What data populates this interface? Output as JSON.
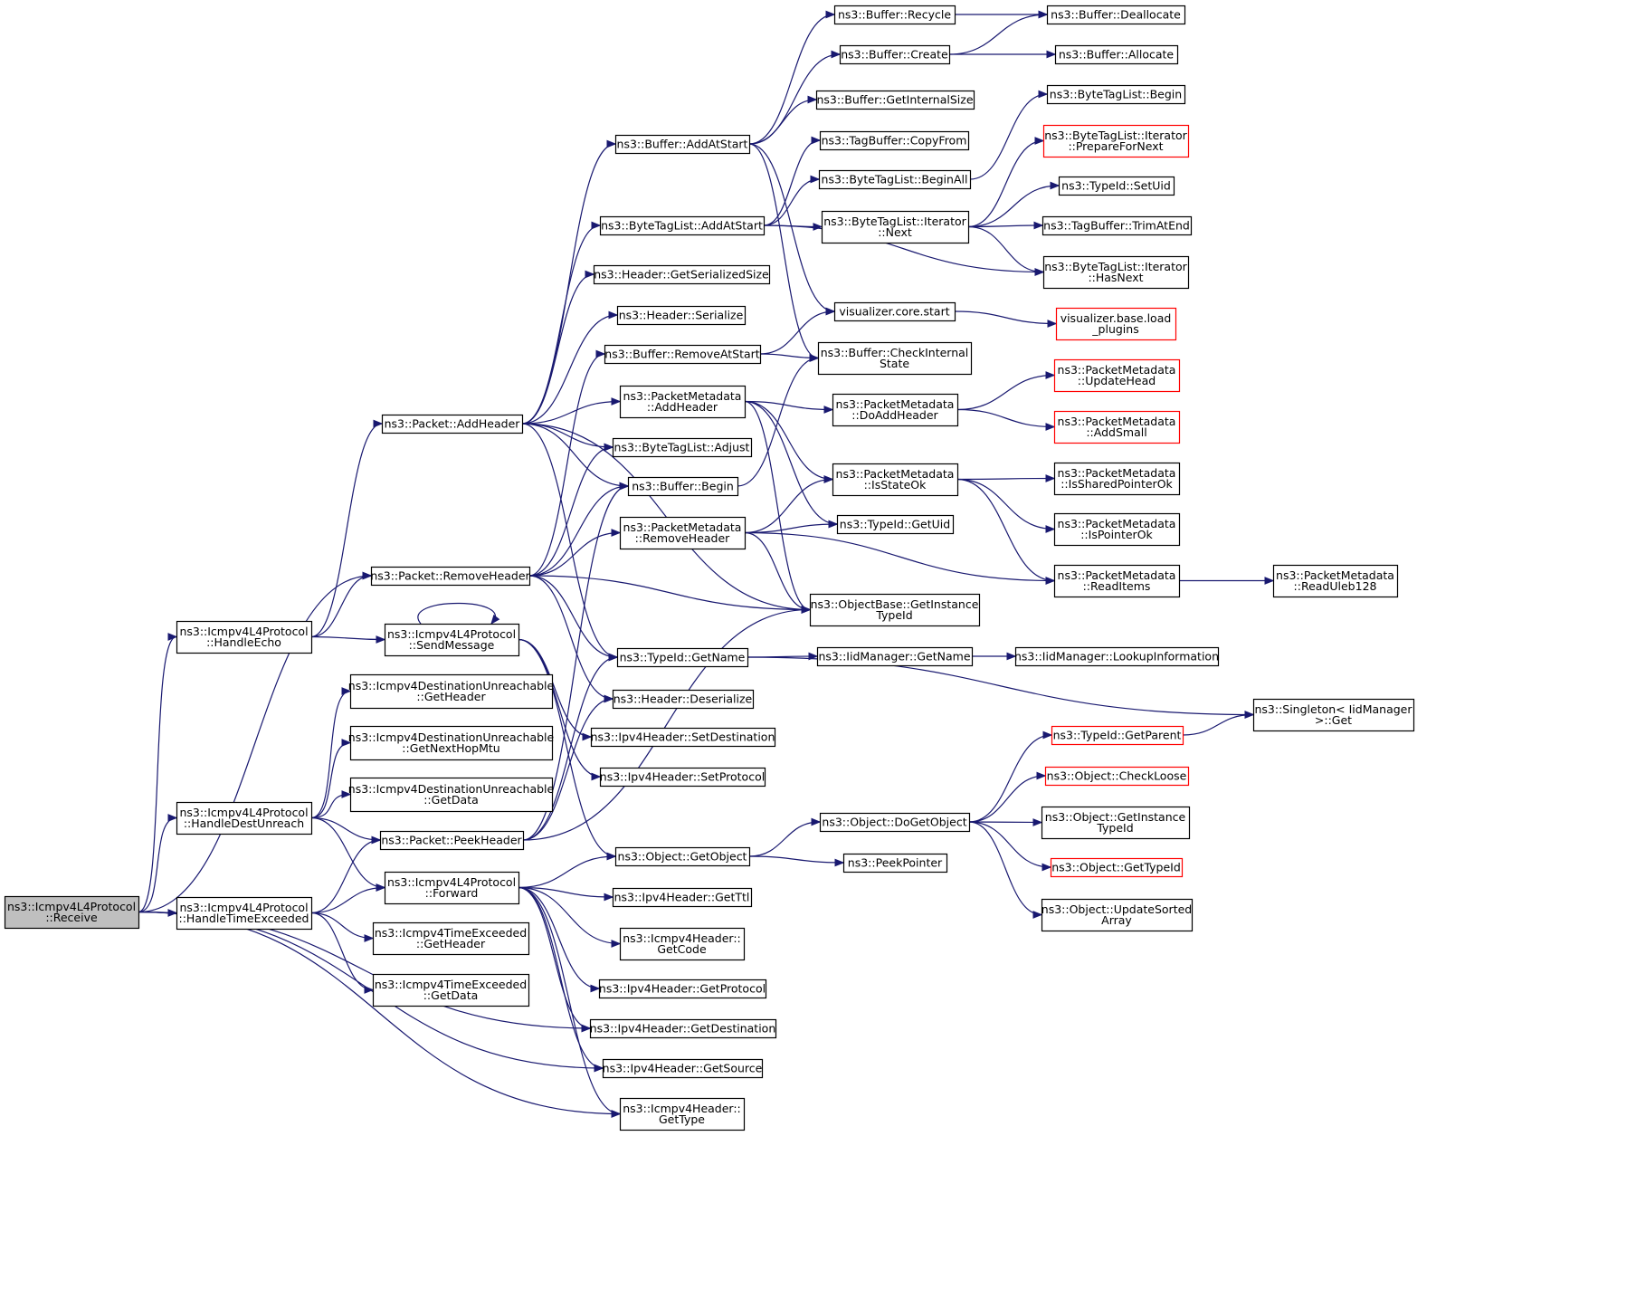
{
  "nodes": [
    {
      "id": "receive",
      "lines": [
        "ns3::Icmpv4L4Protocol",
        "::Receive"
      ],
      "style": "root"
    },
    {
      "id": "handleecho",
      "lines": [
        "ns3::Icmpv4L4Protocol",
        "::HandleEcho"
      ]
    },
    {
      "id": "handledest",
      "lines": [
        "ns3::Icmpv4L4Protocol",
        "::HandleDestUnreach"
      ]
    },
    {
      "id": "handletime",
      "lines": [
        "ns3::Icmpv4L4Protocol",
        "::HandleTimeExceeded"
      ]
    },
    {
      "id": "addheader",
      "lines": [
        "ns3::Packet::AddHeader"
      ]
    },
    {
      "id": "removeheader",
      "lines": [
        "ns3::Packet::RemoveHeader"
      ]
    },
    {
      "id": "sendmessage",
      "lines": [
        "ns3::Icmpv4L4Protocol",
        "::SendMessage"
      ]
    },
    {
      "id": "du_getheader",
      "lines": [
        "ns3::Icmpv4DestinationUnreachable",
        "::GetHeader"
      ]
    },
    {
      "id": "du_nexthop",
      "lines": [
        "ns3::Icmpv4DestinationUnreachable",
        "::GetNextHopMtu"
      ]
    },
    {
      "id": "du_getdata",
      "lines": [
        "ns3::Icmpv4DestinationUnreachable",
        "::GetData"
      ]
    },
    {
      "id": "peekheader",
      "lines": [
        "ns3::Packet::PeekHeader"
      ]
    },
    {
      "id": "forward",
      "lines": [
        "ns3::Icmpv4L4Protocol",
        "::Forward"
      ]
    },
    {
      "id": "te_getheader",
      "lines": [
        "ns3::Icmpv4TimeExceeded",
        "::GetHeader"
      ]
    },
    {
      "id": "te_getdata",
      "lines": [
        "ns3::Icmpv4TimeExceeded",
        "::GetData"
      ]
    },
    {
      "id": "buf_addatstart",
      "lines": [
        "ns3::Buffer::AddAtStart"
      ]
    },
    {
      "id": "btl_addatstart",
      "lines": [
        "ns3::ByteTagList::AddAtStart"
      ]
    },
    {
      "id": "hdr_getsersize",
      "lines": [
        "ns3::Header::GetSerializedSize"
      ]
    },
    {
      "id": "hdr_serialize",
      "lines": [
        "ns3::Header::Serialize"
      ]
    },
    {
      "id": "buf_removeatstart",
      "lines": [
        "ns3::Buffer::RemoveAtStart"
      ]
    },
    {
      "id": "pm_addheader",
      "lines": [
        "ns3::PacketMetadata",
        "::AddHeader"
      ]
    },
    {
      "id": "btl_adjust",
      "lines": [
        "ns3::ByteTagList::Adjust"
      ]
    },
    {
      "id": "buf_begin",
      "lines": [
        "ns3::Buffer::Begin"
      ]
    },
    {
      "id": "pm_removeheader",
      "lines": [
        "ns3::PacketMetadata",
        "::RemoveHeader"
      ]
    },
    {
      "id": "typeid_getname",
      "lines": [
        "ns3::TypeId::GetName"
      ]
    },
    {
      "id": "hdr_deserialize",
      "lines": [
        "ns3::Header::Deserialize"
      ]
    },
    {
      "id": "ipv4_setdest",
      "lines": [
        "ns3::Ipv4Header::SetDestination"
      ]
    },
    {
      "id": "ipv4_setproto",
      "lines": [
        "ns3::Ipv4Header::SetProtocol"
      ]
    },
    {
      "id": "obj_getobject",
      "lines": [
        "ns3::Object::GetObject"
      ]
    },
    {
      "id": "ipv4_getttl",
      "lines": [
        "ns3::Ipv4Header::GetTtl"
      ]
    },
    {
      "id": "icmp_getcode",
      "lines": [
        "ns3::Icmpv4Header::",
        "GetCode"
      ]
    },
    {
      "id": "ipv4_getproto",
      "lines": [
        "ns3::Ipv4Header::GetProtocol"
      ]
    },
    {
      "id": "ipv4_getdest",
      "lines": [
        "ns3::Ipv4Header::GetDestination"
      ]
    },
    {
      "id": "ipv4_getsource",
      "lines": [
        "ns3::Ipv4Header::GetSource"
      ]
    },
    {
      "id": "icmp_gettype",
      "lines": [
        "ns3::Icmpv4Header::",
        "GetType"
      ]
    },
    {
      "id": "buf_recycle",
      "lines": [
        "ns3::Buffer::Recycle"
      ]
    },
    {
      "id": "buf_create",
      "lines": [
        "ns3::Buffer::Create"
      ]
    },
    {
      "id": "buf_getinternalsize",
      "lines": [
        "ns3::Buffer::GetInternalSize"
      ]
    },
    {
      "id": "tagbuf_copyfrom",
      "lines": [
        "ns3::TagBuffer::CopyFrom"
      ]
    },
    {
      "id": "btl_beginall",
      "lines": [
        "ns3::ByteTagList::BeginAll"
      ]
    },
    {
      "id": "btl_iter_next",
      "lines": [
        "ns3::ByteTagList::Iterator",
        "::Next"
      ]
    },
    {
      "id": "vis_core_start",
      "lines": [
        "visualizer.core.start"
      ]
    },
    {
      "id": "buf_checkinternal",
      "lines": [
        "ns3::Buffer::CheckInternal",
        "State"
      ]
    },
    {
      "id": "pm_doaddheader",
      "lines": [
        "ns3::PacketMetadata",
        "::DoAddHeader"
      ]
    },
    {
      "id": "pm_isstateok",
      "lines": [
        "ns3::PacketMetadata",
        "::IsStateOk"
      ]
    },
    {
      "id": "typeid_getuid",
      "lines": [
        "ns3::TypeId::GetUid"
      ]
    },
    {
      "id": "objbase_getinstance",
      "lines": [
        "ns3::ObjectBase::GetInstance",
        "TypeId"
      ]
    },
    {
      "id": "iid_getname",
      "lines": [
        "ns3::IidManager::GetName"
      ]
    },
    {
      "id": "obj_dogetobject",
      "lines": [
        "ns3::Object::DoGetObject"
      ]
    },
    {
      "id": "peekpointer",
      "lines": [
        "ns3::PeekPointer"
      ]
    },
    {
      "id": "buf_deallocate",
      "lines": [
        "ns3::Buffer::Deallocate"
      ]
    },
    {
      "id": "buf_allocate",
      "lines": [
        "ns3::Buffer::Allocate"
      ]
    },
    {
      "id": "btl_begin",
      "lines": [
        "ns3::ByteTagList::Begin"
      ]
    },
    {
      "id": "btl_iter_prepare",
      "lines": [
        "ns3::ByteTagList::Iterator",
        "::PrepareForNext"
      ],
      "style": "red"
    },
    {
      "id": "typeid_setuid",
      "lines": [
        "ns3::TypeId::SetUid"
      ]
    },
    {
      "id": "tagbuf_trimatend",
      "lines": [
        "ns3::TagBuffer::TrimAtEnd"
      ]
    },
    {
      "id": "btl_iter_hasnext",
      "lines": [
        "ns3::ByteTagList::Iterator",
        "::HasNext"
      ]
    },
    {
      "id": "vis_base_load",
      "lines": [
        "visualizer.base.load",
        "_plugins"
      ],
      "style": "red"
    },
    {
      "id": "pm_updatehead",
      "lines": [
        "ns3::PacketMetadata",
        "::UpdateHead"
      ],
      "style": "red"
    },
    {
      "id": "pm_addsmall",
      "lines": [
        "ns3::PacketMetadata",
        "::AddSmall"
      ],
      "style": "red"
    },
    {
      "id": "pm_issharedptr",
      "lines": [
        "ns3::PacketMetadata",
        "::IsSharedPointerOk"
      ]
    },
    {
      "id": "pm_isptrok",
      "lines": [
        "ns3::PacketMetadata",
        "::IsPointerOk"
      ]
    },
    {
      "id": "pm_readitems",
      "lines": [
        "ns3::PacketMetadata",
        "::ReadItems"
      ]
    },
    {
      "id": "pm_readuleb",
      "lines": [
        "ns3::PacketMetadata",
        "::ReadUleb128"
      ]
    },
    {
      "id": "iid_lookup",
      "lines": [
        "ns3::IidManager::LookupInformation"
      ]
    },
    {
      "id": "singleton_get",
      "lines": [
        "ns3::Singleton< IidManager",
        " >::Get"
      ]
    },
    {
      "id": "typeid_getparent",
      "lines": [
        "ns3::TypeId::GetParent"
      ],
      "style": "red"
    },
    {
      "id": "obj_checkloose",
      "lines": [
        "ns3::Object::CheckLoose"
      ],
      "style": "red"
    },
    {
      "id": "obj_getinstance",
      "lines": [
        "ns3::Object::GetInstance",
        "TypeId"
      ]
    },
    {
      "id": "obj_gettypeid",
      "lines": [
        "ns3::Object::GetTypeId"
      ],
      "style": "red"
    },
    {
      "id": "obj_updatesorted",
      "lines": [
        "ns3::Object::UpdateSorted",
        "Array"
      ]
    }
  ],
  "edges": [
    [
      "receive",
      "removeheader"
    ],
    [
      "receive",
      "handleecho"
    ],
    [
      "receive",
      "handledest"
    ],
    [
      "receive",
      "handletime"
    ],
    [
      "receive",
      "ipv4_getdest"
    ],
    [
      "receive",
      "ipv4_getsource"
    ],
    [
      "receive",
      "icmp_gettype"
    ],
    [
      "handleecho",
      "addheader"
    ],
    [
      "handleecho",
      "removeheader"
    ],
    [
      "handleecho",
      "sendmessage"
    ],
    [
      "handledest",
      "du_getheader"
    ],
    [
      "handledest",
      "du_nexthop"
    ],
    [
      "handledest",
      "du_getdata"
    ],
    [
      "handledest",
      "peekheader"
    ],
    [
      "handledest",
      "forward"
    ],
    [
      "handletime",
      "peekheader"
    ],
    [
      "handletime",
      "forward"
    ],
    [
      "handletime",
      "te_getheader"
    ],
    [
      "handletime",
      "te_getdata"
    ],
    [
      "addheader",
      "buf_addatstart"
    ],
    [
      "addheader",
      "btl_addatstart"
    ],
    [
      "addheader",
      "hdr_getsersize"
    ],
    [
      "addheader",
      "hdr_serialize"
    ],
    [
      "addheader",
      "pm_addheader"
    ],
    [
      "addheader",
      "btl_adjust"
    ],
    [
      "addheader",
      "buf_begin"
    ],
    [
      "addheader",
      "objbase_getinstance"
    ],
    [
      "addheader",
      "typeid_getname"
    ],
    [
      "removeheader",
      "buf_removeatstart"
    ],
    [
      "removeheader",
      "btl_adjust"
    ],
    [
      "removeheader",
      "buf_begin"
    ],
    [
      "removeheader",
      "pm_removeheader"
    ],
    [
      "removeheader",
      "objbase_getinstance"
    ],
    [
      "removeheader",
      "typeid_getname"
    ],
    [
      "removeheader",
      "hdr_deserialize"
    ],
    [
      "sendmessage",
      "sendmessage"
    ],
    [
      "sendmessage",
      "ipv4_setdest"
    ],
    [
      "sendmessage",
      "ipv4_setproto"
    ],
    [
      "sendmessage",
      "obj_getobject"
    ],
    [
      "peekheader",
      "buf_begin"
    ],
    [
      "peekheader",
      "typeid_getname"
    ],
    [
      "peekheader",
      "hdr_deserialize"
    ],
    [
      "peekheader",
      "objbase_getinstance"
    ],
    [
      "forward",
      "obj_getobject"
    ],
    [
      "forward",
      "ipv4_getttl"
    ],
    [
      "forward",
      "icmp_getcode"
    ],
    [
      "forward",
      "ipv4_getproto"
    ],
    [
      "forward",
      "ipv4_getdest"
    ],
    [
      "forward",
      "ipv4_getsource"
    ],
    [
      "forward",
      "icmp_gettype"
    ],
    [
      "buf_addatstart",
      "buf_recycle"
    ],
    [
      "buf_addatstart",
      "buf_create"
    ],
    [
      "buf_addatstart",
      "buf_getinternalsize"
    ],
    [
      "buf_addatstart",
      "buf_checkinternal"
    ],
    [
      "buf_addatstart",
      "vis_core_start"
    ],
    [
      "btl_addatstart",
      "tagbuf_copyfrom"
    ],
    [
      "btl_addatstart",
      "btl_beginall"
    ],
    [
      "btl_addatstart",
      "btl_iter_next"
    ],
    [
      "btl_addatstart",
      "btl_iter_hasnext"
    ],
    [
      "buf_removeatstart",
      "vis_core_start"
    ],
    [
      "buf_removeatstart",
      "buf_checkinternal"
    ],
    [
      "pm_addheader",
      "pm_doaddheader"
    ],
    [
      "pm_addheader",
      "pm_isstateok"
    ],
    [
      "pm_addheader",
      "typeid_getuid"
    ],
    [
      "pm_addheader",
      "objbase_getinstance"
    ],
    [
      "buf_begin",
      "buf_checkinternal"
    ],
    [
      "pm_removeheader",
      "pm_isstateok"
    ],
    [
      "pm_removeheader",
      "typeid_getuid"
    ],
    [
      "pm_removeheader",
      "objbase_getinstance"
    ],
    [
      "pm_removeheader",
      "pm_readitems"
    ],
    [
      "typeid_getname",
      "iid_getname"
    ],
    [
      "typeid_getname",
      "singleton_get"
    ],
    [
      "obj_getobject",
      "obj_dogetobject"
    ],
    [
      "obj_getobject",
      "peekpointer"
    ],
    [
      "buf_recycle",
      "buf_deallocate"
    ],
    [
      "buf_create",
      "buf_deallocate"
    ],
    [
      "buf_create",
      "buf_allocate"
    ],
    [
      "btl_beginall",
      "btl_begin"
    ],
    [
      "btl_iter_next",
      "btl_iter_prepare"
    ],
    [
      "btl_iter_next",
      "typeid_setuid"
    ],
    [
      "btl_iter_next",
      "tagbuf_trimatend"
    ],
    [
      "btl_iter_next",
      "btl_iter_hasnext"
    ],
    [
      "vis_core_start",
      "vis_base_load"
    ],
    [
      "pm_doaddheader",
      "pm_updatehead"
    ],
    [
      "pm_doaddheader",
      "pm_addsmall"
    ],
    [
      "pm_isstateok",
      "pm_issharedptr"
    ],
    [
      "pm_isstateok",
      "pm_isptrok"
    ],
    [
      "pm_isstateok",
      "pm_readitems"
    ],
    [
      "pm_readitems",
      "pm_readuleb"
    ],
    [
      "iid_getname",
      "iid_lookup"
    ],
    [
      "obj_dogetobject",
      "typeid_getparent"
    ],
    [
      "obj_dogetobject",
      "obj_checkloose"
    ],
    [
      "obj_dogetobject",
      "obj_getinstance"
    ],
    [
      "obj_dogetobject",
      "obj_gettypeid"
    ],
    [
      "obj_dogetobject",
      "obj_updatesorted"
    ],
    [
      "typeid_getparent",
      "singleton_get"
    ]
  ],
  "colors": {
    "edge": "#191970",
    "node_border": "#000000",
    "node_border_red": "#ff0000",
    "root_fill": "#bfbfbf",
    "node_fill": "#ffffff"
  }
}
